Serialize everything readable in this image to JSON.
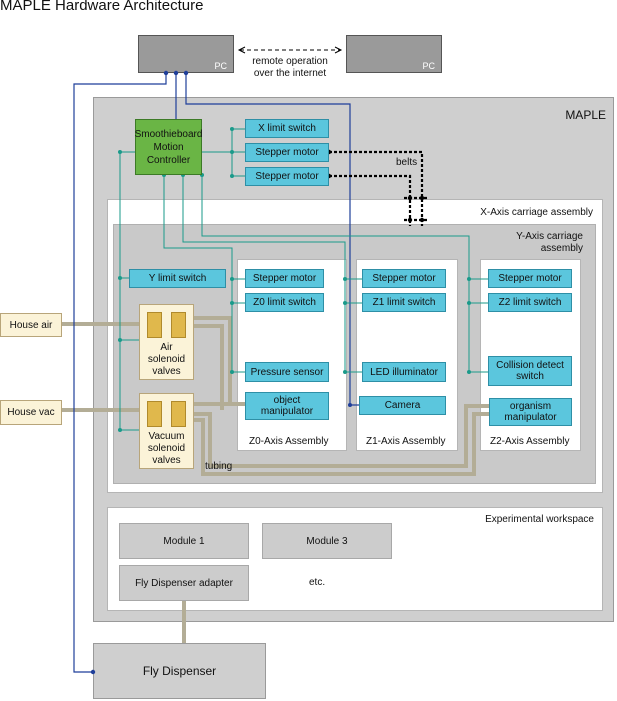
{
  "title": "MAPLE Hardware Architecture",
  "pc_left": "PC",
  "pc_right": "PC",
  "remote": {
    "line1": "remote operation",
    "line2": "over the internet"
  },
  "maple": "MAPLE",
  "controller": {
    "line1": "Smoothieboard",
    "line2": "Motion",
    "line3": "Controller"
  },
  "top_items": [
    "X limit switch",
    "Stepper motor",
    "Stepper motor"
  ],
  "belts": "belts",
  "x_assembly": "X-Axis carriage assembly",
  "y_assembly": {
    "line1": "Y-Axis carriage",
    "line2": "assembly"
  },
  "y_limit": "Y limit switch",
  "house_air": "House air",
  "house_vac": "House vac",
  "air_valves": {
    "line1": "Air",
    "line2": "solenoid",
    "line3": "valves"
  },
  "vac_valves": {
    "line1": "Vacuum",
    "line2": "solenoid",
    "line3": "valves"
  },
  "tubing": "tubing",
  "z0": {
    "stepper": "Stepper motor",
    "limit": "Z0 limit switch",
    "sensor": "Pressure sensor",
    "manip1": "object",
    "manip2": "manipulator",
    "label": "Z0-Axis Assembly"
  },
  "z1": {
    "stepper": "Stepper motor",
    "limit": "Z1 limit switch",
    "led": "LED illuminator",
    "camera": "Camera",
    "label": "Z1-Axis Assembly"
  },
  "z2": {
    "stepper": "Stepper motor",
    "limit": "Z2 limit switch",
    "collision1": "Collision detect",
    "collision2": "switch",
    "manip1": "organism",
    "manip2": "manipulator",
    "label": "Z2-Axis Assembly"
  },
  "workspace": "Experimental workspace",
  "modules": {
    "m1": "Module 1",
    "m3": "Module 3",
    "adapter": "Fly Dispenser adapter",
    "etc": "etc."
  },
  "fly_dispenser": "Fly Dispenser",
  "colors": {
    "controller": "#6ab545",
    "component": "#5bc6dd",
    "valve": "#fbf3d8",
    "wire": "#1f3f9a",
    "signal": "#1a9a8a",
    "tubing": "#b3ad96",
    "belt": "#000000"
  }
}
